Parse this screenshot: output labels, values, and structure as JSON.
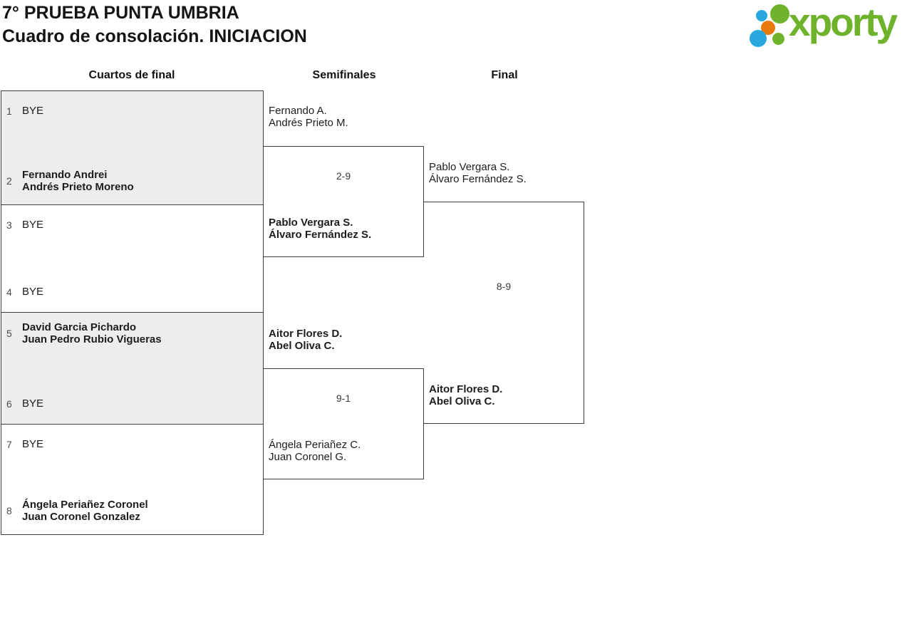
{
  "header": {
    "title_line1": "7° PRUEBA PUNTA UMBRIA",
    "title_line2": "Cuadro de consolación. INICIACION"
  },
  "logo": {
    "wordmark": "xporty"
  },
  "colors": {
    "logo_green": "#6fb32c",
    "logo_blue": "#29a8e0",
    "logo_orange": "#e8790f",
    "bracket_border": "#3e3e3e",
    "box_fill_alt": "#ededed"
  },
  "rounds": {
    "quarterfinals": "Cuartos de final",
    "semifinals": "Semifinales",
    "final": "Final"
  },
  "quarterfinals": [
    {
      "top": {
        "seed": "1",
        "line1": "BYE",
        "line2": "",
        "winner": false
      },
      "bottom": {
        "seed": "2",
        "line1": "Fernando Andrei",
        "line2": "Andrés Prieto Moreno",
        "winner": true
      }
    },
    {
      "top": {
        "seed": "3",
        "line1": "BYE",
        "line2": "",
        "winner": false
      },
      "bottom": {
        "seed": "4",
        "line1": "BYE",
        "line2": "",
        "winner": false
      }
    },
    {
      "top": {
        "seed": "5",
        "line1": "David Garcia Pichardo",
        "line2": "Juan Pedro Rubio Vigueras",
        "winner": true
      },
      "bottom": {
        "seed": "6",
        "line1": "BYE",
        "line2": "",
        "winner": false
      }
    },
    {
      "top": {
        "seed": "7",
        "line1": "BYE",
        "line2": "",
        "winner": false
      },
      "bottom": {
        "seed": "8",
        "line1": "Ángela Periañez Coronel",
        "line2": "Juan Coronel Gonzalez",
        "winner": true
      }
    }
  ],
  "semifinals": [
    {
      "score": "2-9",
      "top": {
        "line1": "Fernando A.",
        "line2": "Andrés Prieto M.",
        "winner": false
      },
      "bottom": {
        "line1": "Pablo Vergara S.",
        "line2": "Álvaro Fernández S.",
        "winner": true
      }
    },
    {
      "score": "9-1",
      "top": {
        "line1": "Aitor Flores D.",
        "line2": "Abel Oliva C.",
        "winner": true
      },
      "bottom": {
        "line1": "Ángela Periañez C.",
        "line2": "Juan Coronel G.",
        "winner": false
      }
    }
  ],
  "final": {
    "score": "8-9",
    "top": {
      "line1": "Pablo Vergara S.",
      "line2": "Álvaro Fernández S.",
      "winner": false
    },
    "bottom": {
      "line1": "Aitor Flores D.",
      "line2": "Abel Oliva C.",
      "winner": true
    }
  }
}
